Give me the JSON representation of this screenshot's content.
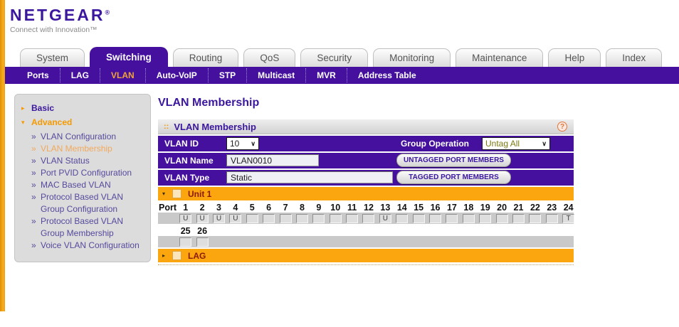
{
  "colors": {
    "brand_purple": "#3B169E",
    "bar_purple": "#45109E",
    "accent_orange": "#F59A00",
    "section_orange": "#FBA50F",
    "section_text": "#8B1A03",
    "menu_active_orange": "#F2A33A",
    "help_orange": "#E0763C"
  },
  "icons": {
    "chevron_down": "∨",
    "collapse_down": "▾",
    "collapse_right": "▸",
    "bullet": "»",
    "panel_dots": "::",
    "help": "?"
  },
  "brand": {
    "logo": "NETGEAR",
    "registered": "®",
    "tagline": "Connect with Innovation™"
  },
  "tabs": [
    {
      "label": "System",
      "active": false
    },
    {
      "label": "Switching",
      "active": true
    },
    {
      "label": "Routing",
      "active": false
    },
    {
      "label": "QoS",
      "active": false
    },
    {
      "label": "Security",
      "active": false
    },
    {
      "label": "Monitoring",
      "active": false
    },
    {
      "label": "Maintenance",
      "active": false
    },
    {
      "label": "Help",
      "active": false
    },
    {
      "label": "Index",
      "active": false
    }
  ],
  "menubar": {
    "items": [
      {
        "label": "Ports",
        "active": false
      },
      {
        "label": "LAG",
        "active": false
      },
      {
        "label": "VLAN",
        "active": true
      },
      {
        "label": "Auto-VoIP",
        "active": false
      },
      {
        "label": "STP",
        "active": false
      },
      {
        "label": "Multicast",
        "active": false
      },
      {
        "label": "MVR",
        "active": false
      },
      {
        "label": "Address Table",
        "active": false
      }
    ]
  },
  "sidebar": {
    "groups": [
      {
        "label": "Basic",
        "expanded": false,
        "items": []
      },
      {
        "label": "Advanced",
        "expanded": true,
        "items": [
          {
            "label": "VLAN Configuration",
            "selected": false
          },
          {
            "label": "VLAN Membership",
            "selected": true
          },
          {
            "label": "VLAN Status",
            "selected": false
          },
          {
            "label": "Port PVID Configuration",
            "selected": false
          },
          {
            "label": "MAC Based VLAN",
            "selected": false
          },
          {
            "label": "Protocol Based VLAN Group Configuration",
            "selected": false
          },
          {
            "label": "Protocol Based VLAN Group Membership",
            "selected": false
          },
          {
            "label": "Voice VLAN Configuration",
            "selected": false
          }
        ]
      }
    ]
  },
  "main": {
    "page_title": "VLAN Membership",
    "panel": {
      "title": "VLAN Membership",
      "fields": {
        "vlan_id_label": "VLAN ID",
        "vlan_id_value": "10",
        "group_operation_label": "Group Operation",
        "group_operation_value": "Untag All",
        "vlan_name_label": "VLAN Name",
        "vlan_name_value": "VLAN0010",
        "untagged_button": "UNTAGGED PORT MEMBERS",
        "vlan_type_label": "VLAN Type",
        "vlan_type_value": "Static",
        "tagged_button": "TAGGED PORT MEMBERS"
      },
      "unit1": {
        "label": "Unit 1",
        "port_label": "Port",
        "rows": [
          {
            "ports": [
              {
                "n": "1",
                "v": "U"
              },
              {
                "n": "2",
                "v": "U"
              },
              {
                "n": "3",
                "v": "U"
              },
              {
                "n": "4",
                "v": "U"
              },
              {
                "n": "5",
                "v": ""
              },
              {
                "n": "6",
                "v": ""
              },
              {
                "n": "7",
                "v": ""
              },
              {
                "n": "8",
                "v": ""
              },
              {
                "n": "9",
                "v": ""
              },
              {
                "n": "10",
                "v": ""
              },
              {
                "n": "11",
                "v": ""
              },
              {
                "n": "12",
                "v": ""
              },
              {
                "n": "13",
                "v": "U"
              },
              {
                "n": "14",
                "v": ""
              },
              {
                "n": "15",
                "v": ""
              },
              {
                "n": "16",
                "v": ""
              },
              {
                "n": "17",
                "v": ""
              },
              {
                "n": "18",
                "v": ""
              },
              {
                "n": "19",
                "v": ""
              },
              {
                "n": "20",
                "v": ""
              },
              {
                "n": "21",
                "v": ""
              },
              {
                "n": "22",
                "v": ""
              },
              {
                "n": "23",
                "v": ""
              },
              {
                "n": "24",
                "v": "T"
              }
            ]
          },
          {
            "ports": [
              {
                "n": "25",
                "v": ""
              },
              {
                "n": "26",
                "v": ""
              }
            ]
          }
        ]
      },
      "lag": {
        "label": "LAG"
      }
    }
  }
}
